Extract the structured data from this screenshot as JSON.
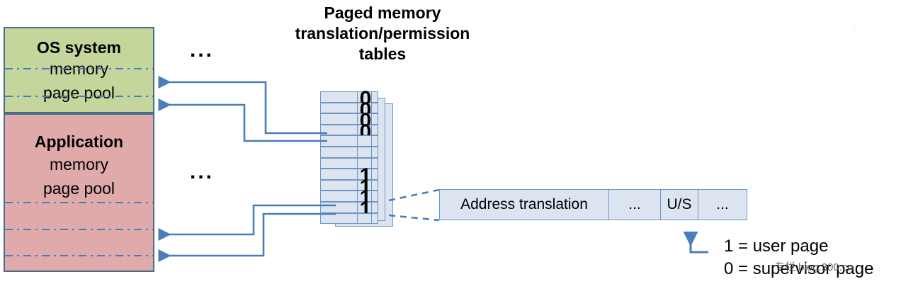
{
  "title": {
    "line1": "Paged memory",
    "line2": "translation/permission",
    "line3": "tables"
  },
  "memory": {
    "os_block": {
      "line1": "OS system",
      "line2": "memory",
      "line3": "page pool",
      "color": "#c5d69c"
    },
    "app_block": {
      "line1": "Application",
      "line2": "memory",
      "line3": "page pool",
      "color": "#e0aaab"
    },
    "ellipsis_top": "...",
    "ellipsis_bottom": "..."
  },
  "page_table": {
    "fill_color": "#dce4f0",
    "border_color": "#6f95c4",
    "rows": 12,
    "bits": [
      "0",
      "0",
      "0",
      "0",
      "",
      "",
      "",
      "1",
      "1",
      "1",
      "1",
      ""
    ]
  },
  "pte_detail": {
    "fields": [
      "Address translation",
      "...",
      "U/S",
      "..."
    ]
  },
  "legend": {
    "user": "1 = user page",
    "supervisor": "0 = supervisor page"
  },
  "watermark": {
    "text": "专栏:blog.300.cn",
    "mark_left": "·",
    "mark_right": "·"
  },
  "accent_color": "#4a7ebb"
}
